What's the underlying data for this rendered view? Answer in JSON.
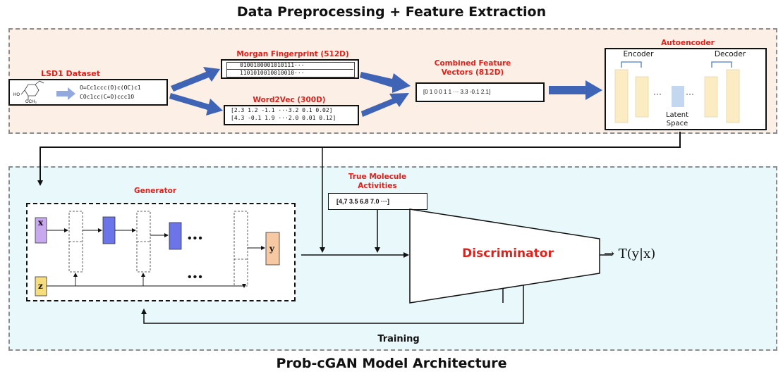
{
  "titles": {
    "top": "Data Preprocessing + Feature Extraction",
    "bottom": "Prob-cGAN Model Architecture"
  },
  "dataset": {
    "label": "LSD1 Dataset",
    "smiles_1": "O=Cc1ccc(O)c(OC)c1",
    "smiles_2": "COc1cc(C=O)ccc1O",
    "mol_oh": "HO",
    "mol_och3": "OCH₃"
  },
  "morgan": {
    "label": "Morgan Fingerprint (512D)",
    "row_1": "0100100001010111···",
    "row_2": "1101010010010010···"
  },
  "word2vec": {
    "label": "Word2Vec (300D)",
    "row_1": "[2.3 1.2 -1.1 ···3.2 0.1 0.02]",
    "row_2": "[4.3 -0.1 1.9 ···2.0 0.01 0.12]"
  },
  "combined": {
    "label_1": "Combined Feature",
    "label_2": "Vectors (812D)",
    "value": "[0 1 0 0 1 1 ··· 3.3 -0.1 2.1]"
  },
  "autoencoder": {
    "label": "Autoencoder",
    "encoder": "Encoder",
    "decoder": "Decoder",
    "latent_1": "Latent",
    "latent_2": "Space",
    "dots": "···"
  },
  "true_activities": {
    "label_1": "True Molecule",
    "label_2": "Activities",
    "value": "[4,7 3.5 6.8 7.0 ···]"
  },
  "generator": {
    "label": "Generator",
    "x": "x",
    "z": "z",
    "y": "y",
    "dots": "•••"
  },
  "discriminator": {
    "label": "Discriminator",
    "output": "→ T(y|x)"
  },
  "training": {
    "label": "Training"
  },
  "colors": {
    "red": "#e0201b",
    "arrow_blue": "#3f63b5",
    "x_purple": "#c8a8ef",
    "z_yellow": "#f5dd7e",
    "y_orange": "#f6c9a3",
    "gen_blue": "#6b74e8",
    "ae_cream": "#fcecc4",
    "latent_blue": "#c3d8f0",
    "panel_top": "#fbefe6",
    "panel_bottom": "#e8f8fb"
  }
}
